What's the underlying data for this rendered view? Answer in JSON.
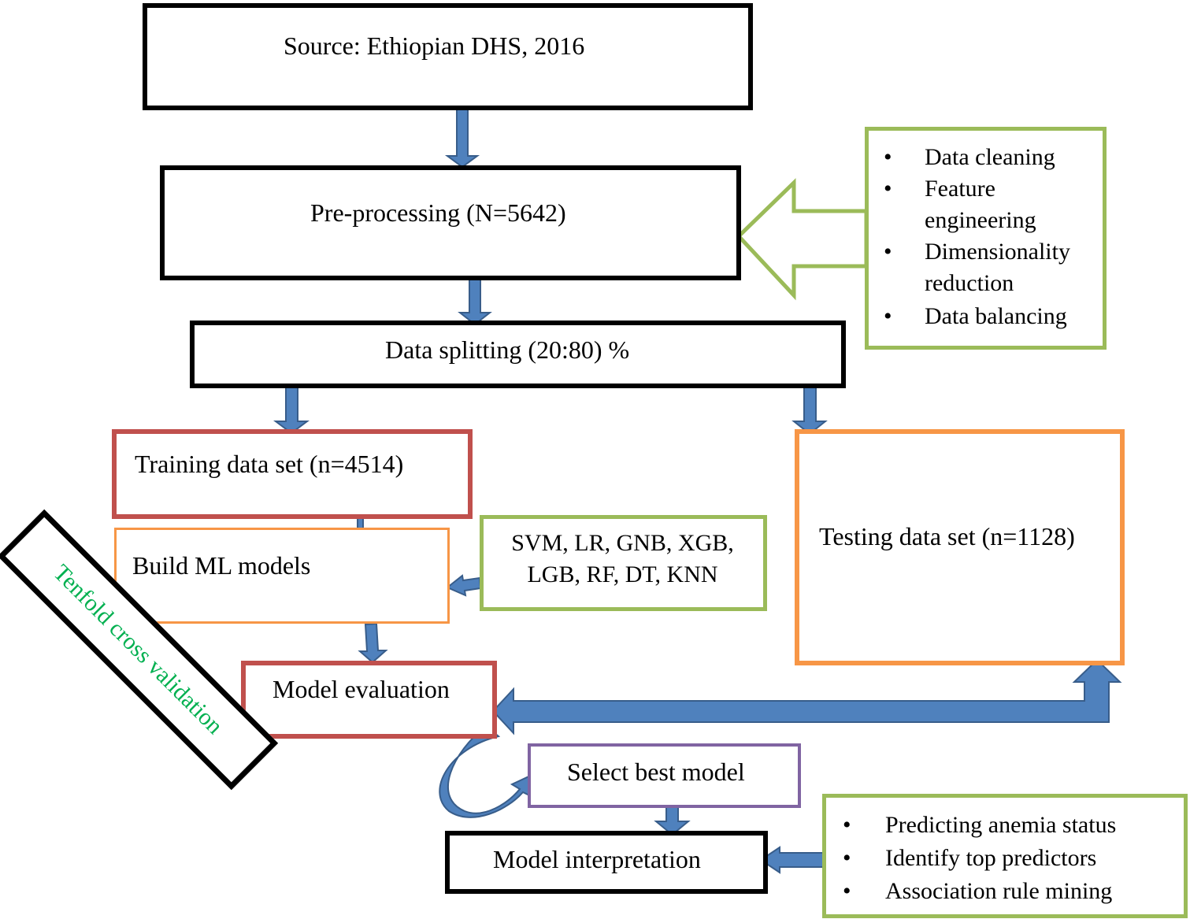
{
  "colors": {
    "black_border": "#000000",
    "green_border": "#9bbb59",
    "red_border": "#c0504d",
    "orange_border": "#f79646",
    "purple_border": "#8064a2",
    "arrow_fill": "#4f81bd",
    "arrow_stroke": "#385d8a",
    "cv_text": "#00b050"
  },
  "boxes": {
    "source": "Source: Ethiopian DHS, 2016",
    "preprocessing": "Pre-processing (N=5642)",
    "splitting": "Data splitting (20:80) %",
    "training": "Training data set (n=4514)",
    "build": "Build ML models",
    "models": "SVM, LR, GNB, XGB, LGB, RF, DT, KNN",
    "testing": "Testing data set (n=1128)",
    "evaluation": "Model evaluation",
    "select": "Select best model",
    "interpretation": "Model interpretation",
    "cross_validation": "Tenfold cross validation"
  },
  "preprocessing_steps": [
    "Data cleaning",
    "Feature engineering",
    "Dimensionality reduction",
    "Data balancing"
  ],
  "interpretation_uses": [
    "Predicting anemia status",
    "Identify top predictors",
    "Association rule mining"
  ],
  "icons": {
    "flow_arrow": "down-arrow-icon",
    "hollow_arrow": "hollow-left-arrow-icon",
    "curved_arrow": "curved-arrow-icon"
  }
}
